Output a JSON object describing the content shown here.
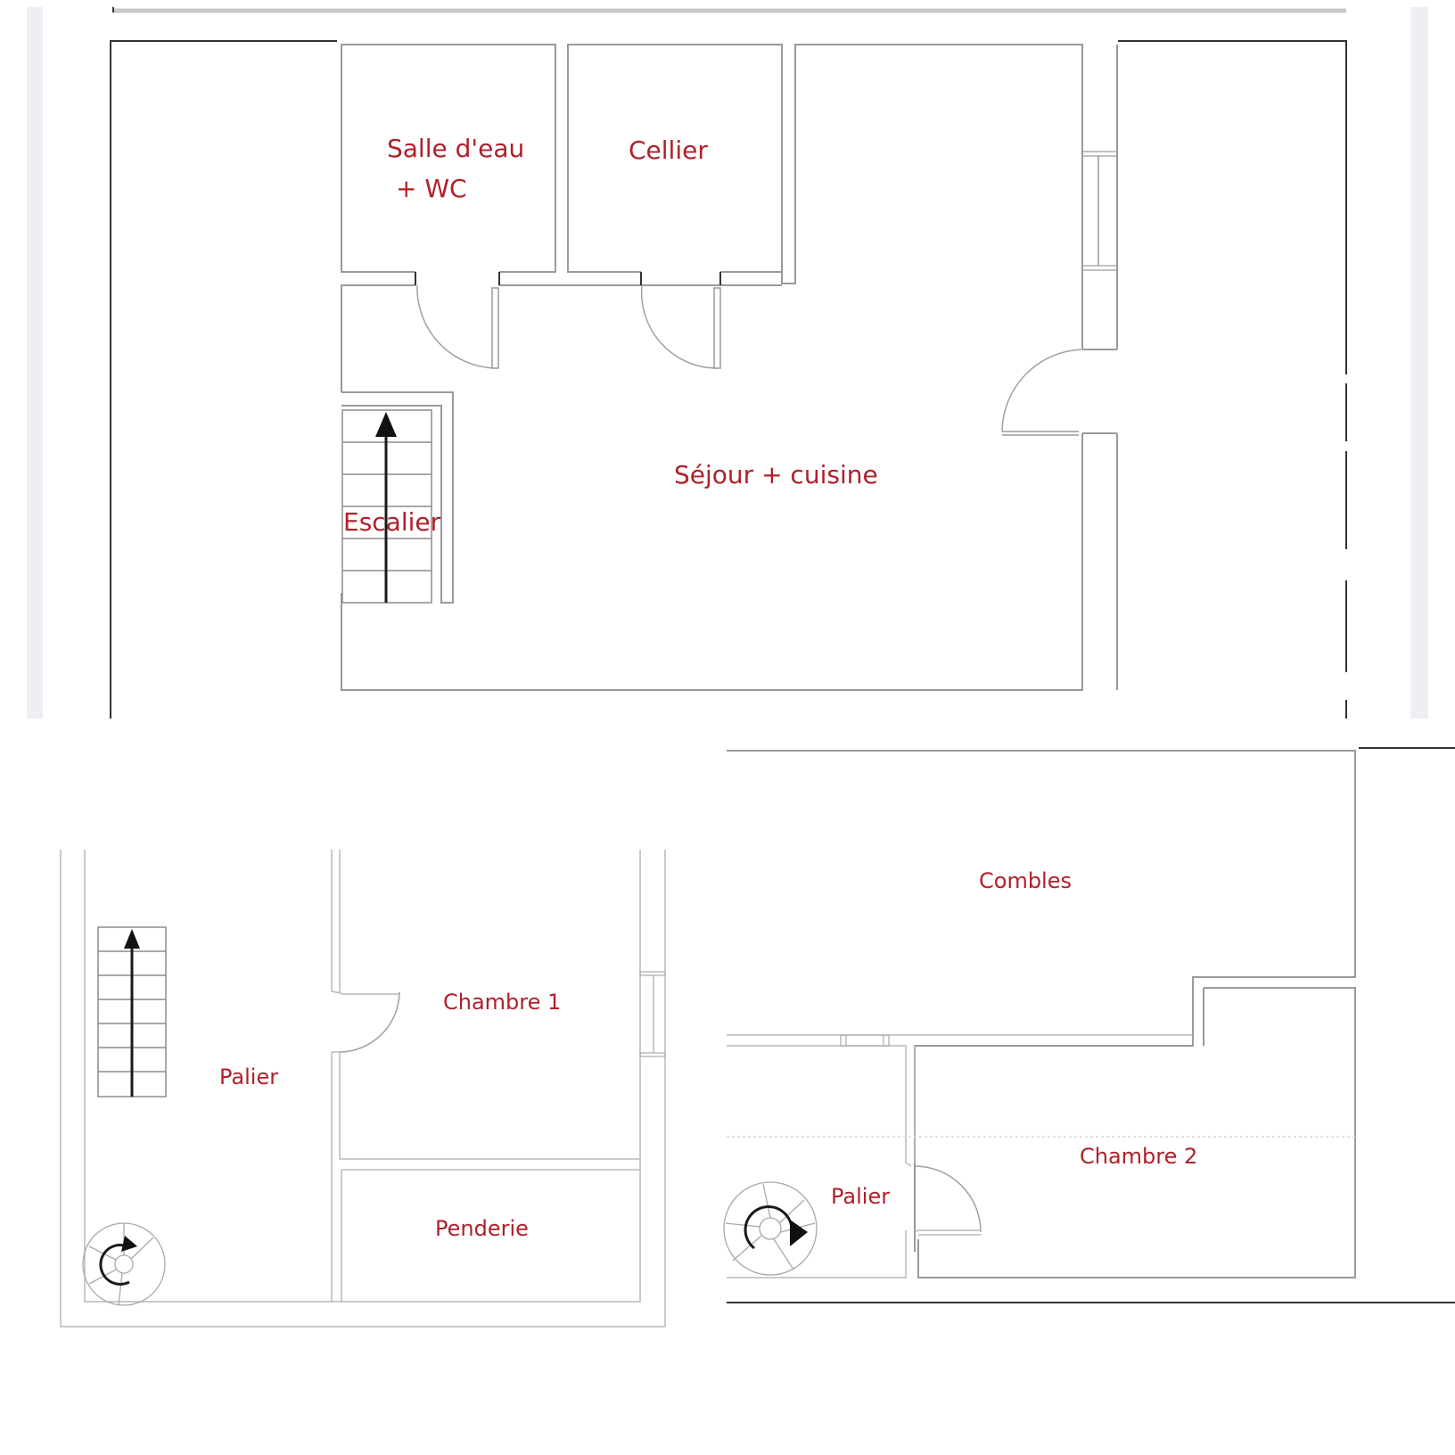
{
  "plans": {
    "ground_floor": {
      "rooms": {
        "salle_deau_line1": "Salle d'eau",
        "salle_deau_line2": "+ WC",
        "cellier": "Cellier",
        "sejour": "Séjour + cuisine",
        "escalier": "Escalier"
      }
    },
    "first_floor": {
      "rooms": {
        "palier": "Palier",
        "chambre1": "Chambre 1",
        "penderie": "Penderie"
      }
    },
    "attic_floor": {
      "rooms": {
        "combles": "Combles",
        "chambre2": "Chambre 2",
        "palier": "Palier"
      }
    }
  },
  "colors": {
    "label": "#b0202a",
    "wall": "#9a9a9a",
    "outer_wall": "#333333",
    "side_bar": "#eeeff3"
  },
  "icons": {
    "straight_stairs": "stairs-up-arrow",
    "spiral_stairs": "spiral-stairs-arrow"
  }
}
